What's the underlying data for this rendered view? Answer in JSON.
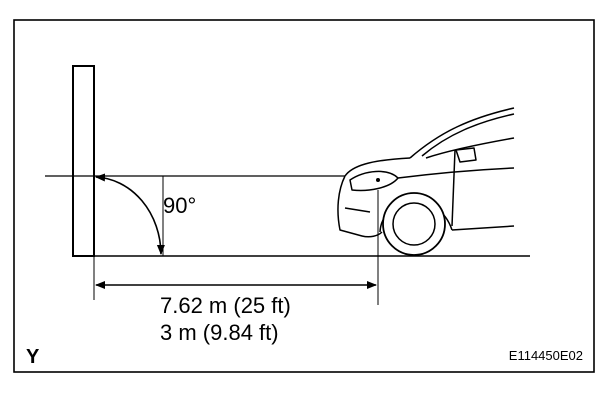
{
  "diagram": {
    "angle_label": "90°",
    "distance_primary": "7.62 m (25 ft)",
    "distance_secondary": "3 m (9.84 ft)",
    "corner_mark": "Y",
    "figure_id": "E114450E02"
  },
  "colors": {
    "line": "#000000",
    "background": "#ffffff"
  }
}
